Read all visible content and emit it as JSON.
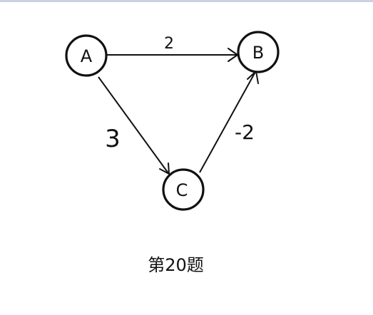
{
  "diagram": {
    "nodes": [
      {
        "id": "A",
        "label": "A"
      },
      {
        "id": "B",
        "label": "B"
      },
      {
        "id": "C",
        "label": "C"
      }
    ],
    "edges": [
      {
        "from": "A",
        "to": "B",
        "weight": "2"
      },
      {
        "from": "A",
        "to": "C",
        "weight": "3"
      },
      {
        "from": "C",
        "to": "B",
        "weight": "-2"
      }
    ]
  },
  "caption": "第20题"
}
